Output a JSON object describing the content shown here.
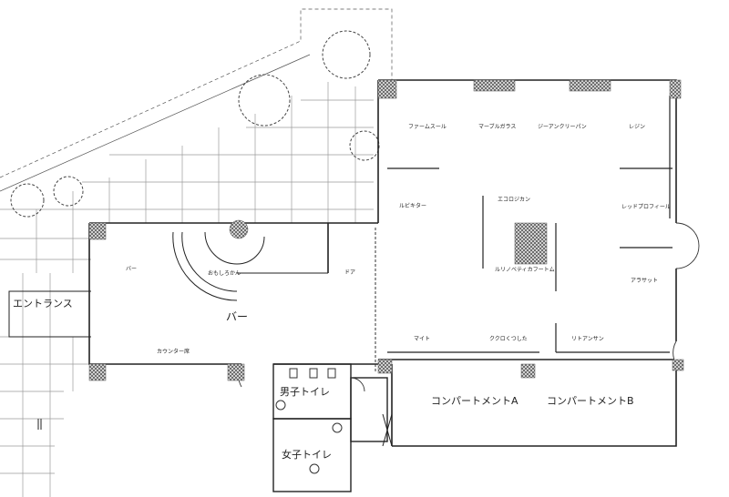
{
  "labels": {
    "entrance": "エントランス",
    "bar": "バー",
    "mens_toilet": "男子トイレ",
    "womens_toilet": "女子トイレ",
    "compartment_a": "コンパートメントA",
    "compartment_b": "コンパートメントB",
    "bar_small_left": "バー",
    "bar_counter": "おもしろかん",
    "bar_lower": "カウンター席",
    "bar_door_note": "ドア",
    "booth_tl1": "ファームスール",
    "booth_tl2": "マーブルガラス",
    "booth_tl3": "ジーアンクリーパン",
    "booth_tr": "レジン",
    "booth_ml": "ルビキター",
    "booth_center_top": "エコロジカン",
    "booth_center_bottom": "ルリノベティカフートム",
    "booth_mr": "レッドプロフィール",
    "booth_right2": "アラサット",
    "booth_bl1": "マイト",
    "booth_bl2": "ククロくつした",
    "booth_bl3": "リトアンサン"
  },
  "colors": {
    "line": "#222222",
    "grid": "#9a9a9a",
    "pillar": "#8c8c8c"
  }
}
